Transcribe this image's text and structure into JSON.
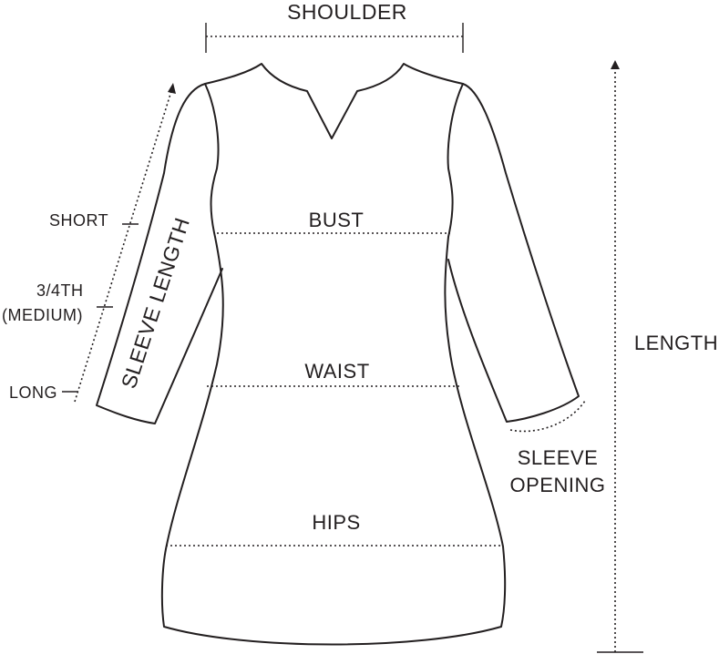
{
  "labels": {
    "shoulder": "SHOULDER",
    "bust": "BUST",
    "waist": "WAIST",
    "hips": "HIPS",
    "length": "LENGTH",
    "sleeve_length": "SLEEVE LENGTH",
    "sleeve_opening_1": "SLEEVE",
    "sleeve_opening_2": "OPENING",
    "short": "SHORT",
    "three_quarter_1": "3/4TH",
    "three_quarter_2": "(MEDIUM)",
    "long": "LONG"
  },
  "colors": {
    "ink": "#231f20",
    "background": "#ffffff"
  }
}
